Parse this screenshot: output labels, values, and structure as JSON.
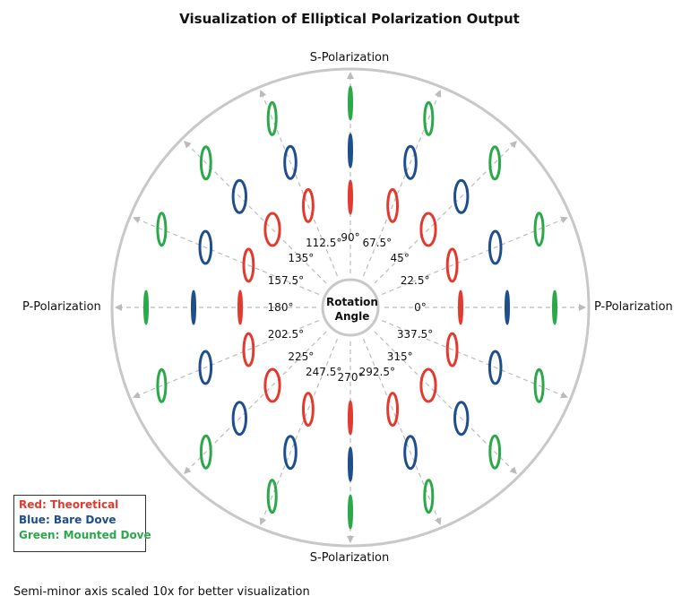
{
  "title": "Visualization of Elliptical Polarization Output",
  "axis_labels": {
    "top": "S-Polarization",
    "bottom": "S-Polarization",
    "left": "P-Polarization",
    "right": "P-Polarization"
  },
  "center": {
    "line1": "Rotation",
    "line2": "Angle"
  },
  "angle_labels": [
    "0°",
    "22.5°",
    "45°",
    "67.5°",
    "90°",
    "112.5°",
    "135°",
    "157.5°",
    "180°",
    "202.5°",
    "225°",
    "247.5°",
    "270°",
    "292.5°",
    "315°",
    "337.5°"
  ],
  "legend": [
    {
      "label": "Red: Theoretical",
      "color": "#e23a2f"
    },
    {
      "label": "Blue: Bare Dove",
      "color": "#1f4e8c"
    },
    {
      "label": "Green: Mounted Dove",
      "color": "#2aa84a"
    }
  ],
  "footnote": "Semi-minor axis scaled 10x for better visualization",
  "colors": {
    "theoretical": "#e23a2f",
    "bare_dove": "#1f4e8c",
    "mounted_dove": "#2aa84a",
    "guide": "#bbbbbb",
    "outer_circle": "#c8c8c8"
  },
  "ellipse_data": [
    {
      "angle": "0°",
      "theoretical_minor": 0.0,
      "bare_minor": 0.0,
      "mounted_minor": 0.0
    },
    {
      "angle": "22.5°",
      "theoretical_minor": 0.6,
      "bare_minor": 0.7,
      "mounted_minor": 0.5
    },
    {
      "angle": "45°",
      "theoretical_minor": 0.9,
      "bare_minor": 0.8,
      "mounted_minor": 0.6
    },
    {
      "angle": "67.5°",
      "theoretical_minor": 0.6,
      "bare_minor": 0.7,
      "mounted_minor": 0.5
    },
    {
      "angle": "90°",
      "theoretical_minor": 0.0,
      "bare_minor": 0.0,
      "mounted_minor": 0.0
    },
    {
      "angle": "112.5°",
      "theoretical_minor": 0.6,
      "bare_minor": 0.7,
      "mounted_minor": 0.5
    },
    {
      "angle": "135°",
      "theoretical_minor": 0.9,
      "bare_minor": 0.8,
      "mounted_minor": 0.6
    },
    {
      "angle": "157.5°",
      "theoretical_minor": 0.6,
      "bare_minor": 0.7,
      "mounted_minor": 0.5
    },
    {
      "angle": "180°",
      "theoretical_minor": 0.0,
      "bare_minor": 0.0,
      "mounted_minor": 0.0
    },
    {
      "angle": "202.5°",
      "theoretical_minor": 0.6,
      "bare_minor": 0.7,
      "mounted_minor": 0.5
    },
    {
      "angle": "225°",
      "theoretical_minor": 0.9,
      "bare_minor": 0.8,
      "mounted_minor": 0.6
    },
    {
      "angle": "247.5°",
      "theoretical_minor": 0.6,
      "bare_minor": 0.7,
      "mounted_minor": 0.5
    },
    {
      "angle": "270°",
      "theoretical_minor": 0.0,
      "bare_minor": 0.0,
      "mounted_minor": 0.0
    },
    {
      "angle": "292.5°",
      "theoretical_minor": 0.6,
      "bare_minor": 0.7,
      "mounted_minor": 0.5
    },
    {
      "angle": "315°",
      "theoretical_minor": 0.9,
      "bare_minor": 0.8,
      "mounted_minor": 0.6
    },
    {
      "angle": "337.5°",
      "theoretical_minor": 0.6,
      "bare_minor": 0.7,
      "mounted_minor": 0.5
    }
  ]
}
